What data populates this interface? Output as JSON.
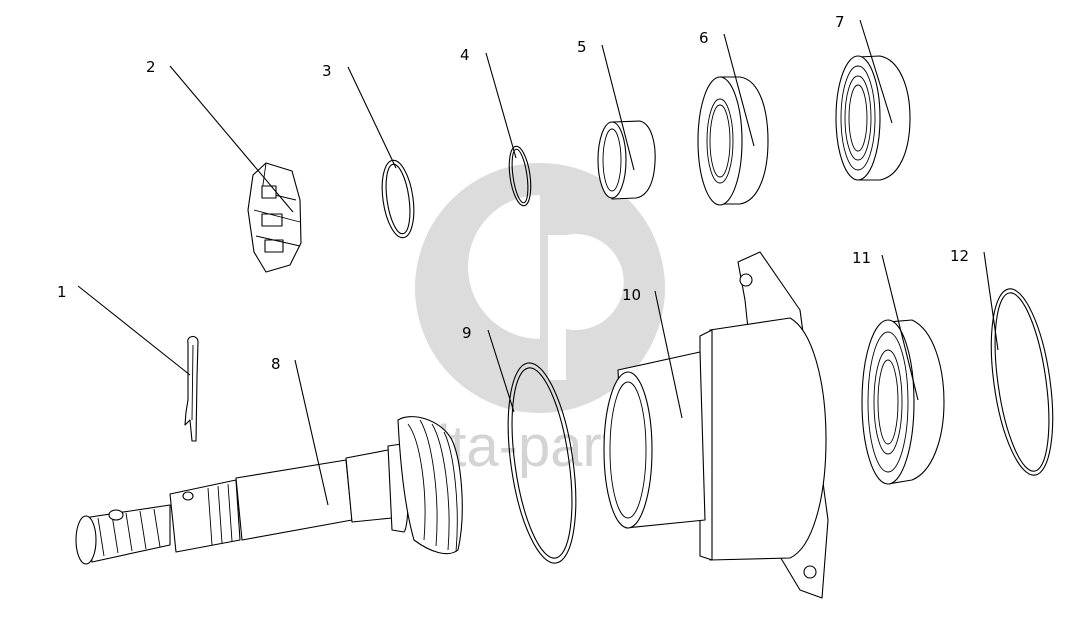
{
  "watermark": {
    "text": "dta-parts",
    "color": "#cfcfcf"
  },
  "callouts": [
    {
      "id": "1",
      "label": "1"
    },
    {
      "id": "2",
      "label": "2"
    },
    {
      "id": "3",
      "label": "3"
    },
    {
      "id": "4",
      "label": "4"
    },
    {
      "id": "5",
      "label": "5"
    },
    {
      "id": "6",
      "label": "6"
    },
    {
      "id": "7",
      "label": "7"
    },
    {
      "id": "8",
      "label": "8"
    },
    {
      "id": "9",
      "label": "9"
    },
    {
      "id": "10",
      "label": "10"
    },
    {
      "id": "11",
      "label": "11"
    },
    {
      "id": "12",
      "label": "12"
    }
  ]
}
